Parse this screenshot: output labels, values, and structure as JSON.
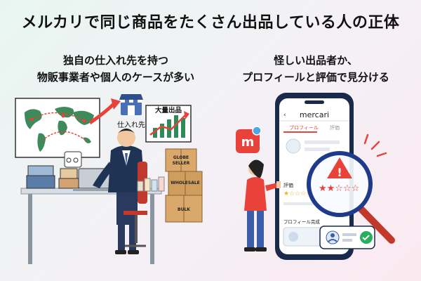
{
  "headline": "メルカリで同じ商品をたくさん出品している人の正体",
  "left": {
    "subtitle_line1": "独自の仕入れ先を持つ",
    "subtitle_line2": "物販事業者や個人のケースが多い",
    "supplier_label": "仕入れ先",
    "chart_label": "大量出品",
    "boxes": [
      "GLOBE",
      "SELLER",
      "WHOLESALE",
      "BULK"
    ]
  },
  "right": {
    "subtitle_line1": "怪しい出品者か、",
    "subtitle_line2": "プロフィールと評価で見分ける",
    "app_name": "mercari",
    "tab_profile": "プロフィール",
    "tab_reviews": "評価",
    "rating_label": "評価",
    "profile_complete_label": "プロフィール完成",
    "app_icon_letter": "m"
  },
  "colors": {
    "accent_red": "#e8423a",
    "navy": "#1f3355",
    "phone_frame": "#1a2a4a"
  }
}
